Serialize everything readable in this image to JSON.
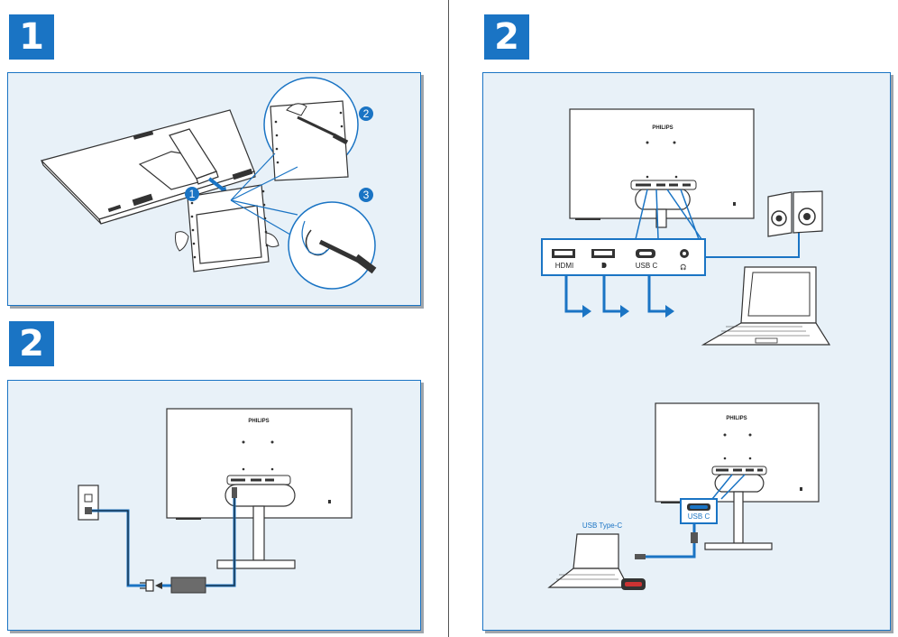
{
  "steps": {
    "step1_badge": "1",
    "step2_left_badge": "2",
    "step2_right_badge": "2"
  },
  "callouts": {
    "c1": "1",
    "c2": "2",
    "c3": "3"
  },
  "monitor": {
    "brand": "PHILIPS"
  },
  "ports": {
    "hdmi": "HDMI",
    "usbc": "USB C",
    "usbc_port": "USB C"
  },
  "labels": {
    "usb_type_c": "USB Type-C"
  },
  "colors": {
    "accent": "#1a74c4",
    "panel_bg": "#e8f1f8",
    "line": "#333333"
  }
}
